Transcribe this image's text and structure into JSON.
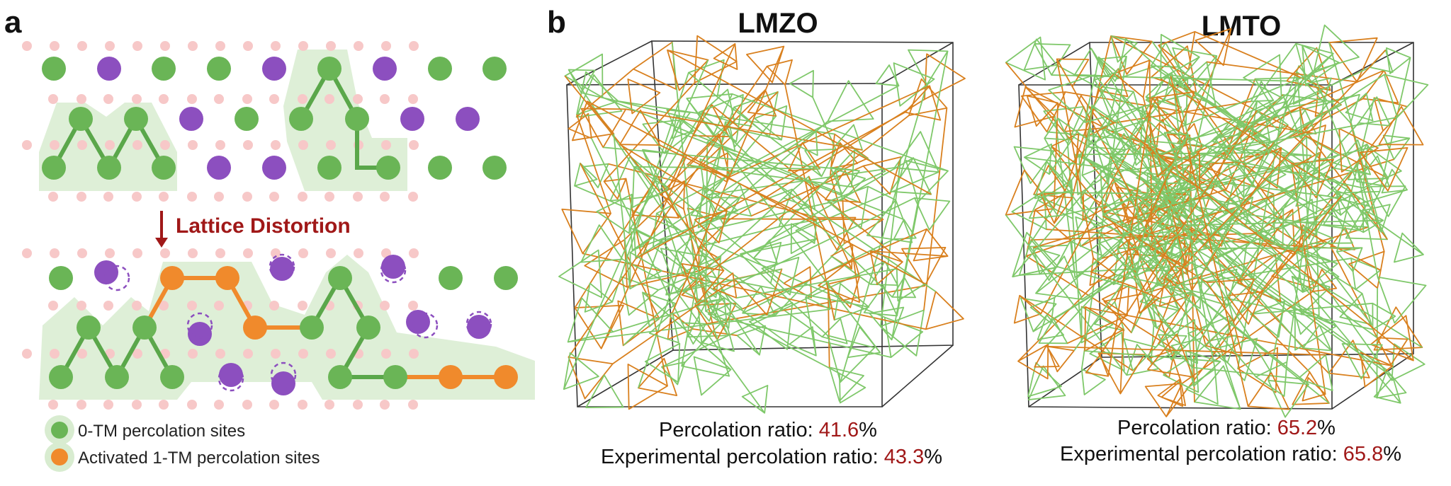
{
  "panel_a": {
    "letter": "a",
    "distortion_label": "Lattice Distortion",
    "legend": [
      {
        "label": "0-TM percolation sites",
        "color": "#6ab556"
      },
      {
        "label": "Activated 1-TM percolation sites",
        "color": "#f08a2c"
      }
    ]
  },
  "panel_b": {
    "letter": "b",
    "materials": [
      {
        "title": "LMZO",
        "percolation_label": "Percolation ratio: ",
        "percolation_value": "41.6",
        "experimental_label": "Experimental percolation ratio: ",
        "experimental_value": "43.3",
        "unit": "%"
      },
      {
        "title": "LMTO",
        "percolation_label": "Percolation ratio: ",
        "percolation_value": "65.2",
        "experimental_label": "Experimental percolation ratio: ",
        "experimental_value": "65.8",
        "unit": "%"
      }
    ]
  },
  "colors": {
    "green_site": "#6ab556",
    "purple_site": "#8c4fbf",
    "orange_site": "#f08a2c",
    "pink_site": "#f7c8c8",
    "highlight": "#d8ecd0",
    "network_green": "#7fc86a",
    "network_orange": "#d9801e",
    "value_red": "#a01818"
  }
}
